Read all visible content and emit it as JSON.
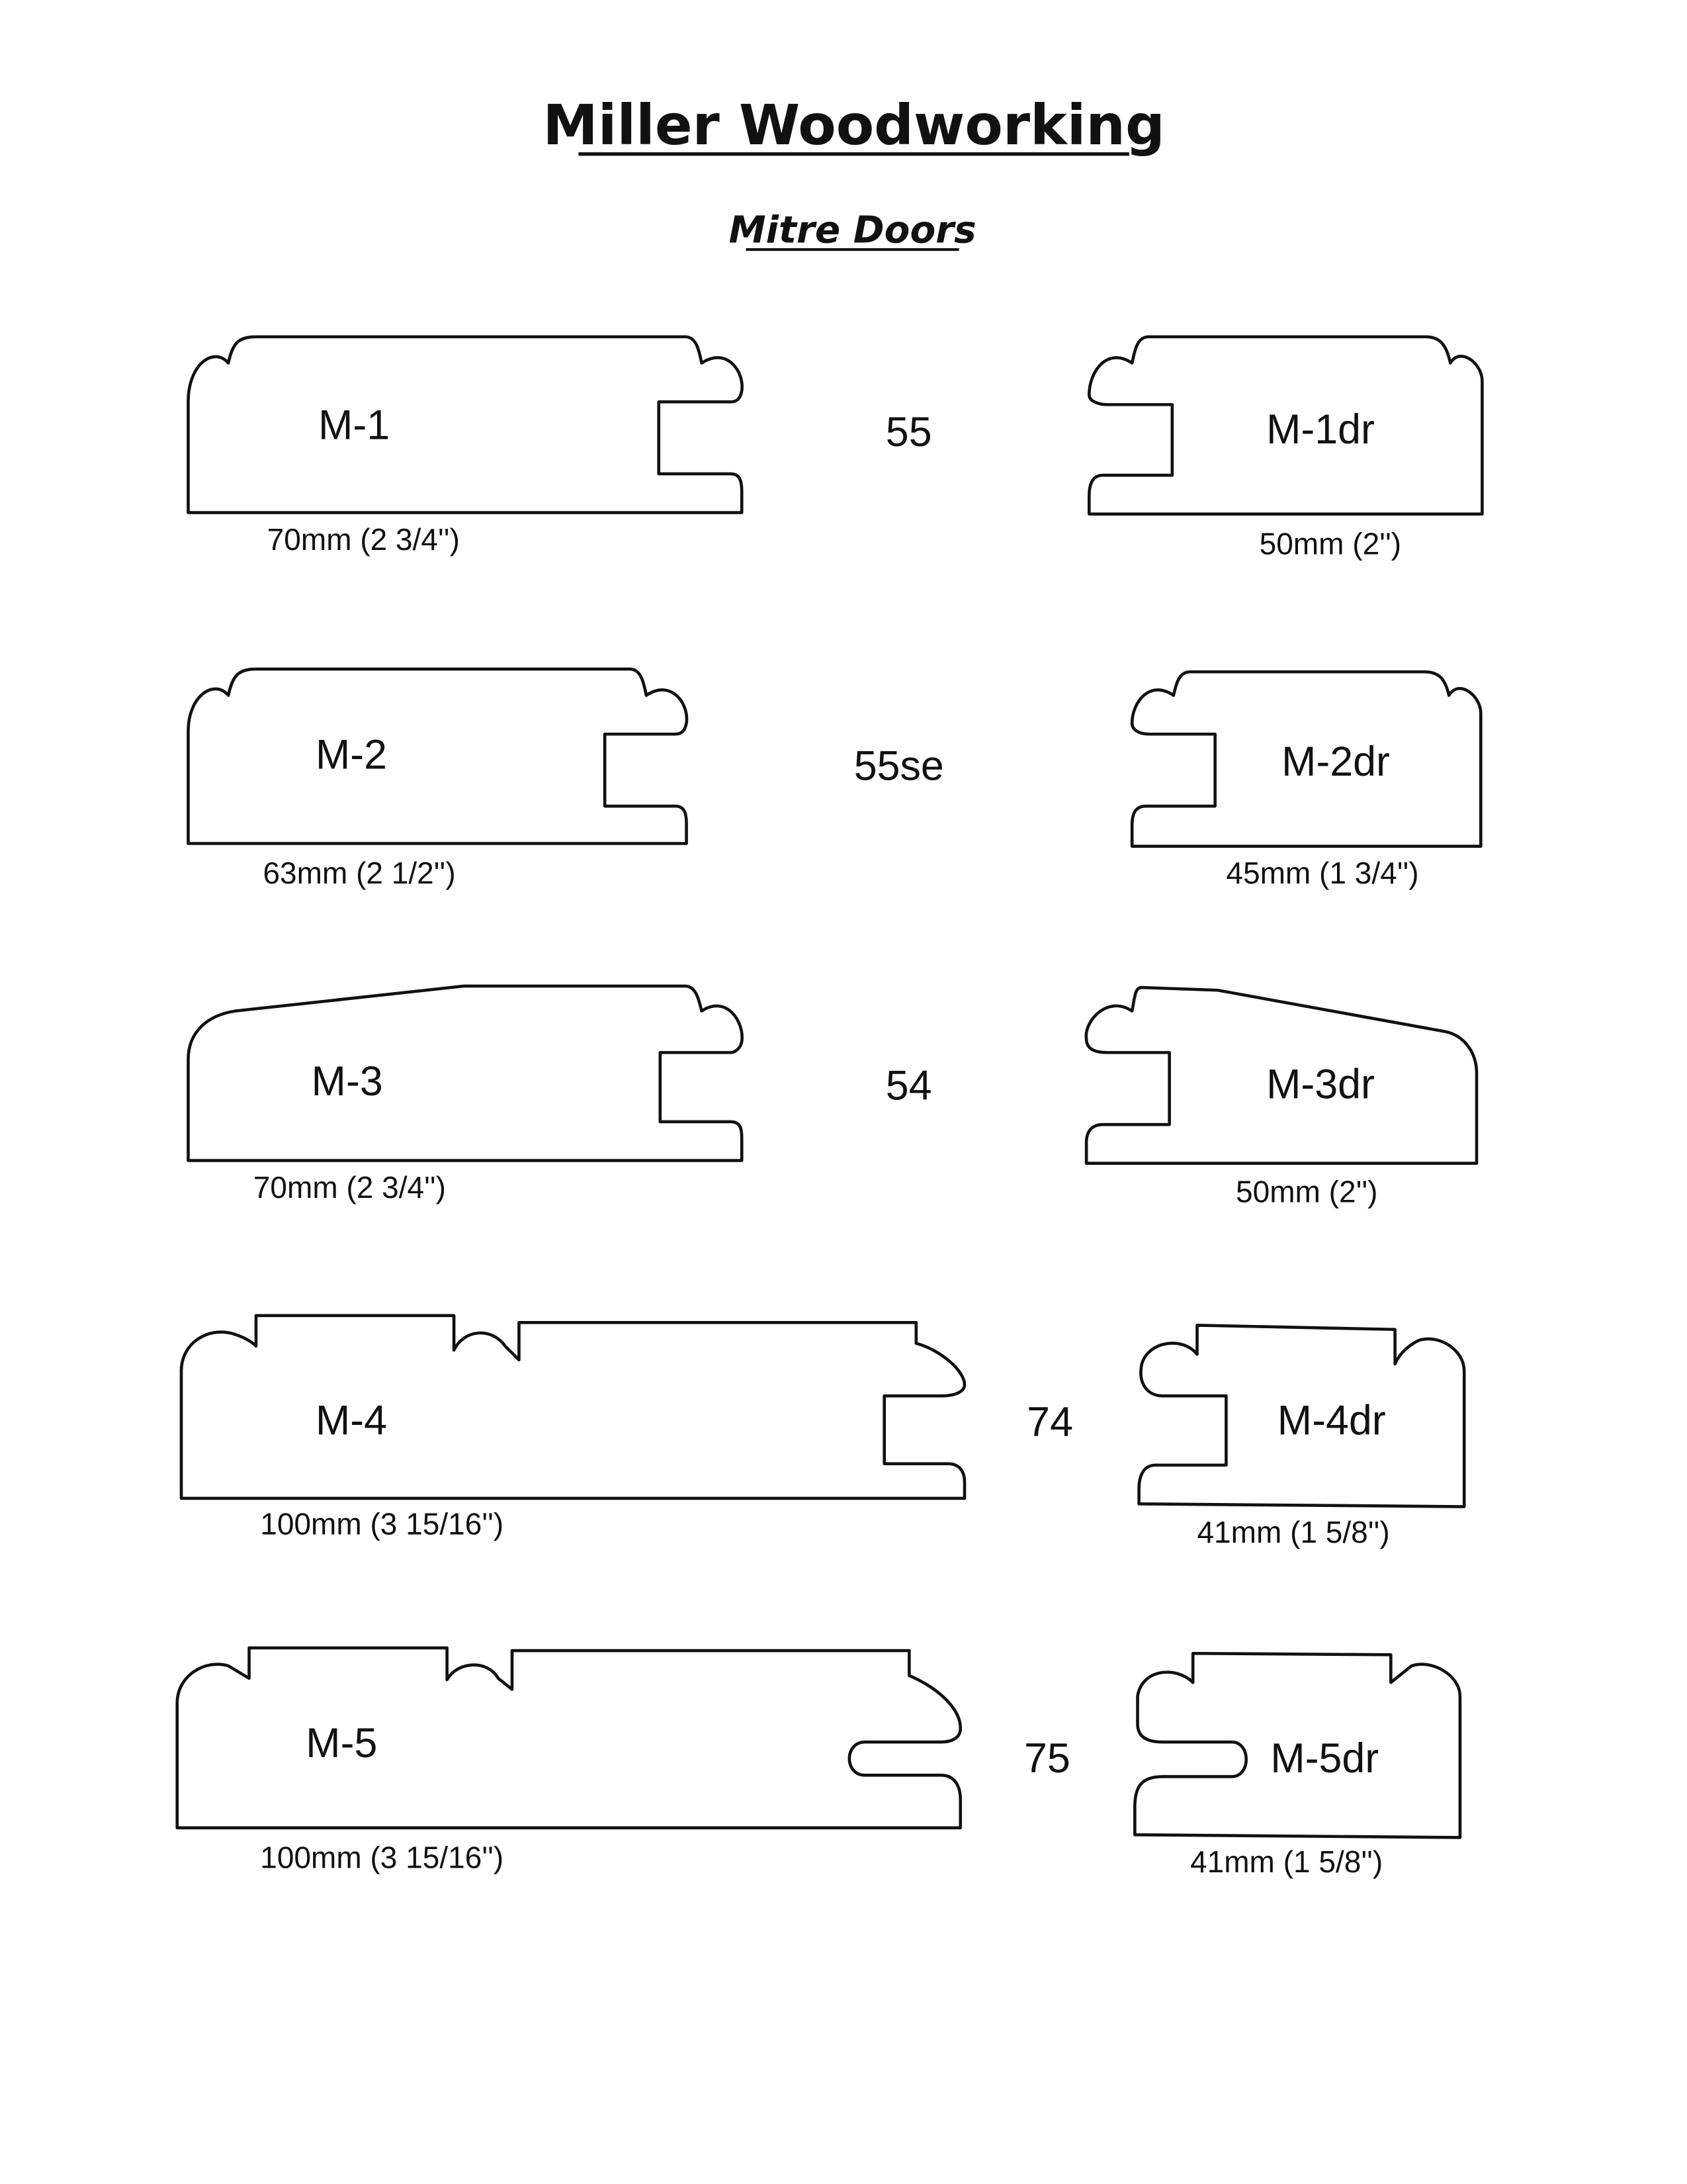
{
  "header": {
    "title": "Miller Woodworking",
    "subtitle": "Mitre Doors"
  },
  "rows": [
    {
      "profile": "M-1",
      "profile_width": "70mm (2 3/4'')",
      "code": "55",
      "door": "M-1dr",
      "door_width": "50mm (2'')"
    },
    {
      "profile": "M-2",
      "profile_width": "63mm (2 1/2'')",
      "code": "55se",
      "door": "M-2dr",
      "door_width": "45mm (1 3/4'')"
    },
    {
      "profile": "M-3",
      "profile_width": "70mm (2 3/4'')",
      "code": "54",
      "door": "M-3dr",
      "door_width": "50mm (2'')"
    },
    {
      "profile": "M-4",
      "profile_width": "100mm (3 15/16'')",
      "code": "74",
      "door": "M-4dr",
      "door_width": "41mm (1 5/8'')"
    },
    {
      "profile": "M-5",
      "profile_width": "100mm (3 15/16'')",
      "code": "75",
      "door": "M-5dr",
      "door_width": "41mm (1 5/8'')"
    }
  ]
}
